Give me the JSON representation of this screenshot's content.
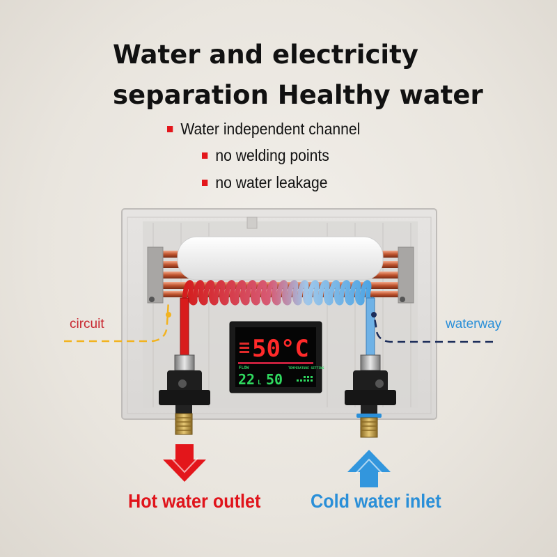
{
  "headline": {
    "line1": "Water and electricity",
    "line2": "separation Healthy water"
  },
  "features": [
    "Water independent channel",
    "no welding points",
    "no water leakage"
  ],
  "labels": {
    "circuit": "circuit",
    "waterway": "waterway",
    "hot_outlet": "Hot water outlet",
    "cold_inlet": "Cold water inlet"
  },
  "display": {
    "temperature": "50°C",
    "flow_label": "FLOW",
    "flow_value": "22",
    "flow_unit": "L",
    "setting_label": "TEMPERATURE SETTING",
    "setting_value": "50"
  },
  "colors": {
    "hot": "#e0141b",
    "cold": "#2a8fd8",
    "circuit_line": "#f2b320",
    "waterway_line": "#1c2d5a",
    "bullet": "#e3161b"
  }
}
